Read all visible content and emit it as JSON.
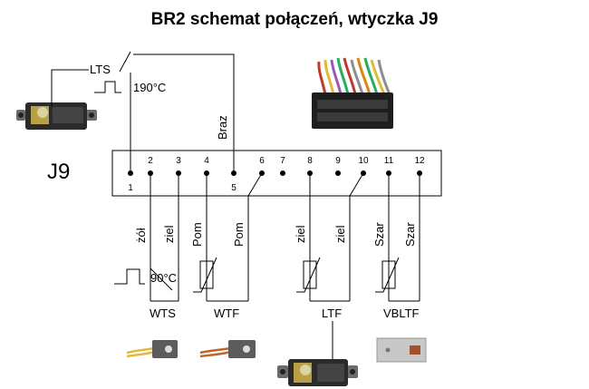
{
  "title": "BR2 schemat połączeń, wtyczka J9",
  "connector_label": "J9",
  "top_sensor": {
    "name": "LTS",
    "temp": "190°C"
  },
  "braz_label": "Braz",
  "pins_top": [
    "2",
    "3",
    "4",
    "6",
    "7",
    "8",
    "9",
    "10",
    "11",
    "12"
  ],
  "pins_bottom": [
    "1",
    "5"
  ],
  "wire_labels": [
    "żół",
    "ziel",
    "Pom",
    "Pom",
    "ziel",
    "ziel",
    "Szar",
    "Szar"
  ],
  "wts_temp": "90°C",
  "sensor_names": [
    "WTS",
    "WTF",
    "LTF",
    "VBLTF"
  ]
}
